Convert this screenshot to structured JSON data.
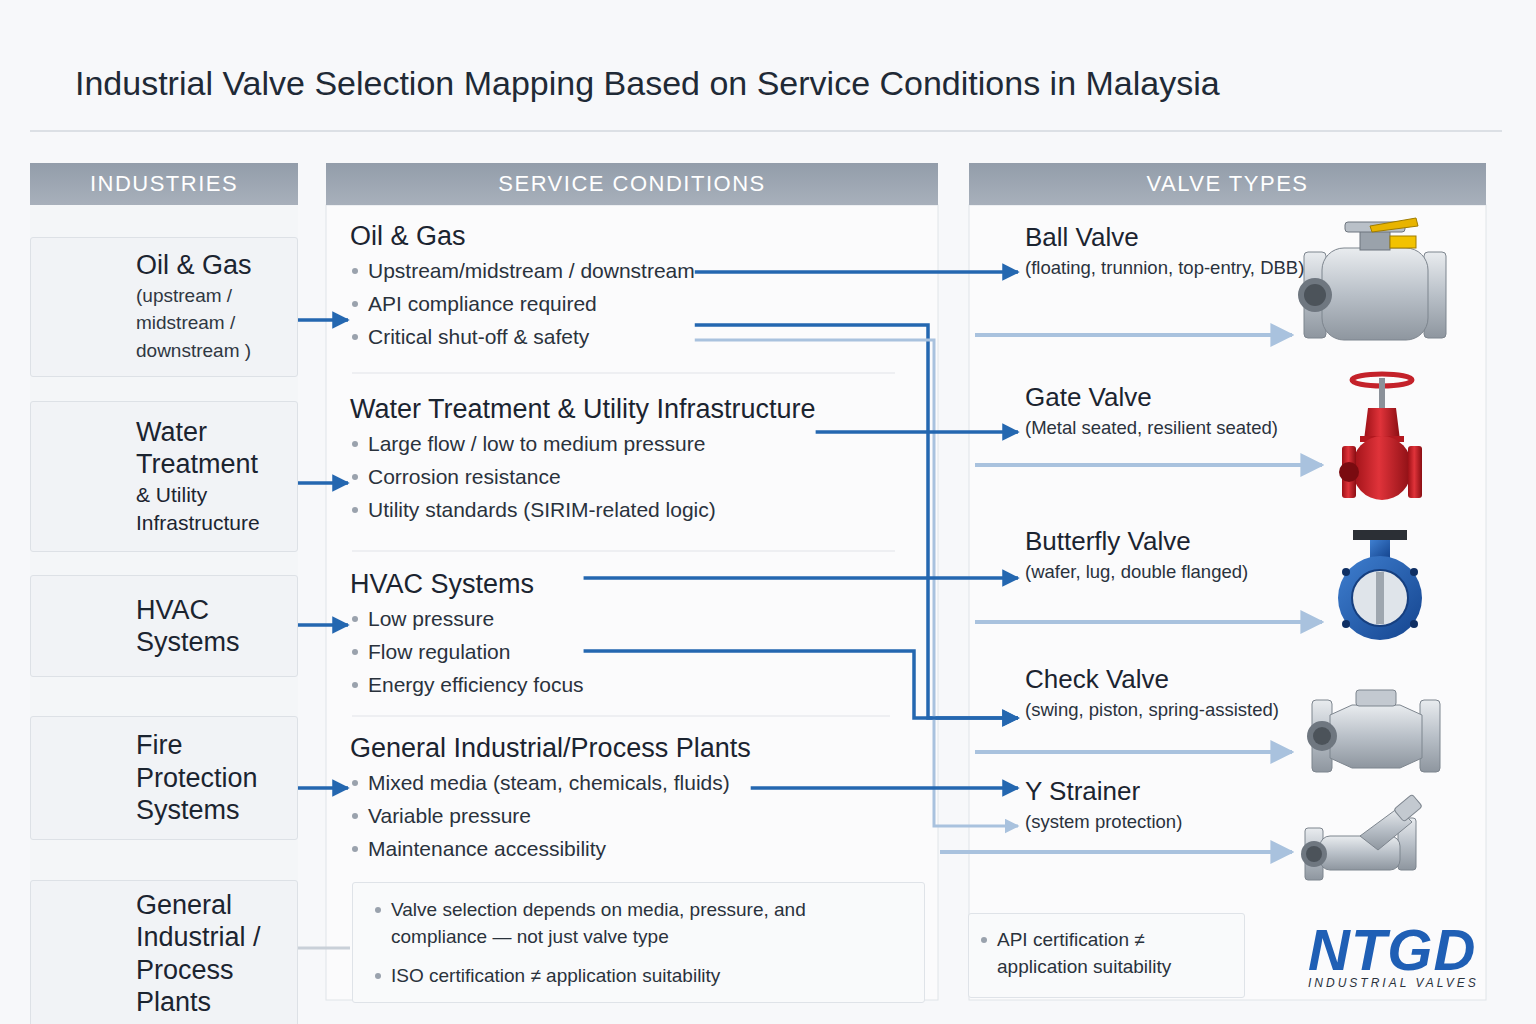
{
  "diagram": {
    "title": "Industrial Valve Selection Mapping Based on Service Conditions in Malaysia",
    "nodes": [
      {
        "text": [
          "INDUSTRIES"
        ]
      },
      {
        "text": [
          "SERVICE CONDITIONS"
        ]
      },
      {
        "text": [
          "VALVE TYPES"
        ]
      },
      {
        "text": [
          "Oil & Gas",
          "(upstream / midstream / downstream )"
        ]
      },
      {
        "text": [
          "Water Treatment",
          "& Utility Infrastructure"
        ]
      },
      {
        "text": [
          "HVAC Systems"
        ]
      },
      {
        "text": [
          "Fire Protection Systems"
        ]
      },
      {
        "text": [
          "General Industrial / Process Plants"
        ]
      },
      {
        "text": [
          "Oil & Gas",
          "Upstream/midstream / downstream",
          "API compliance required",
          "Critical shut-off & safety"
        ]
      },
      {
        "text": [
          "Water Treatment & Utility Infrastructure",
          "Large flow / low to medium pressure",
          "Corrosion resistance",
          "Utility standards (SIRIM-related logic)"
        ]
      },
      {
        "text": [
          "HVAC Systems",
          "Low pressure",
          "Flow regulation",
          "Energy efficiency focus"
        ]
      },
      {
        "text": [
          "General Industrial/Process Plants",
          "Mixed media (steam, chemicals, fluids)",
          "Variable pressure",
          "Maintenance accessibility"
        ]
      },
      {
        "text": [
          "Valve selection depends on media, pressure, and compliance — not just valve type",
          "ISO certification ≠ application suitability"
        ]
      },
      {
        "text": [
          "Ball Valve",
          "(floating, trunnion, top-entry, DBB)"
        ]
      },
      {
        "text": [
          "Gate Valve",
          "(Metal seated, resilient seated)"
        ]
      },
      {
        "text": [
          "Butterfly Valve",
          "(wafer, lug, double flanged)"
        ]
      },
      {
        "text": [
          "Check Valve",
          "(swing, piston, spring-assisted)"
        ]
      },
      {
        "text": [
          "Y Strainer",
          "(system protection)"
        ]
      },
      {
        "text": [
          "API certification ≠ application suitability"
        ]
      }
    ],
    "edges": [
      {
        "from": 3,
        "to": 8,
        "arrow": "to"
      },
      {
        "from": 4,
        "to": 9,
        "arrow": "to"
      },
      {
        "from": 5,
        "to": 10,
        "arrow": "to"
      },
      {
        "from": 6,
        "to": 11,
        "arrow": "to"
      },
      {
        "from": 7,
        "to": 12,
        "arrow": "none"
      },
      {
        "from": 8,
        "to": 13,
        "arrow": "to"
      },
      {
        "from": 8,
        "to": 16,
        "arrow": "to"
      },
      {
        "from": 8,
        "to": 17,
        "arrow": "to"
      },
      {
        "from": 9,
        "to": 14,
        "arrow": "to"
      },
      {
        "from": 10,
        "to": 15,
        "arrow": "to"
      },
      {
        "from": 10,
        "to": 16,
        "arrow": "to"
      },
      {
        "from": 11,
        "to": 17,
        "arrow": "to"
      }
    ],
    "labels": [
      "NTGD",
      "INDUSTRIAL VALVES"
    ]
  }
}
